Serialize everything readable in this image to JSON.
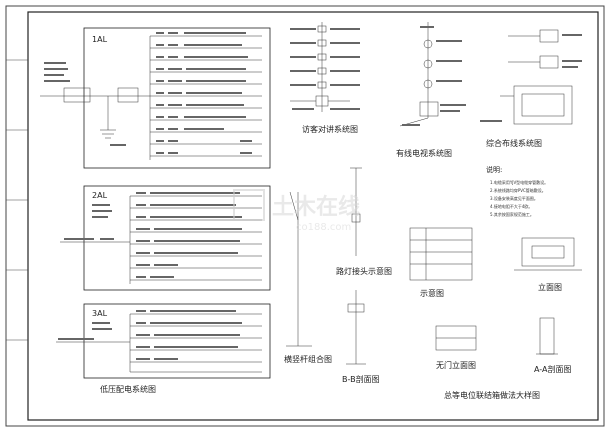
{
  "panels": {
    "p1": {
      "name": "1AL"
    },
    "p2": {
      "name": "2AL"
    },
    "p3": {
      "name": "3AL"
    }
  },
  "labels": {
    "low_voltage": "低压配电系统图",
    "intercom": "访客对讲系统图",
    "cable_tv": "有线电视系统图",
    "integrated_wiring": "综合布线系统图",
    "street_lamp": "路灯接头示意图",
    "pole_combo": "横竖杆组合图",
    "bb_section": "B-B剖面图",
    "schematic": "示意图",
    "elevation": "立面图",
    "door_elevation": "无门立面图",
    "aa_section": "A-A剖面图",
    "equipotential": "总等电位联结箱做法大样图",
    "notes_title": "说明:"
  },
  "notes": [
    "1.电缆采用YJV型电缆穿管敷设。",
    "2.系统线路均穿PVC管暗敷设。",
    "3.设备安装高度见平面图。",
    "4.接地电阻不大于4欧。",
    "5.其余按国家规范施工。"
  ],
  "watermark": {
    "text": "土木在线",
    "url": "co188.com"
  }
}
